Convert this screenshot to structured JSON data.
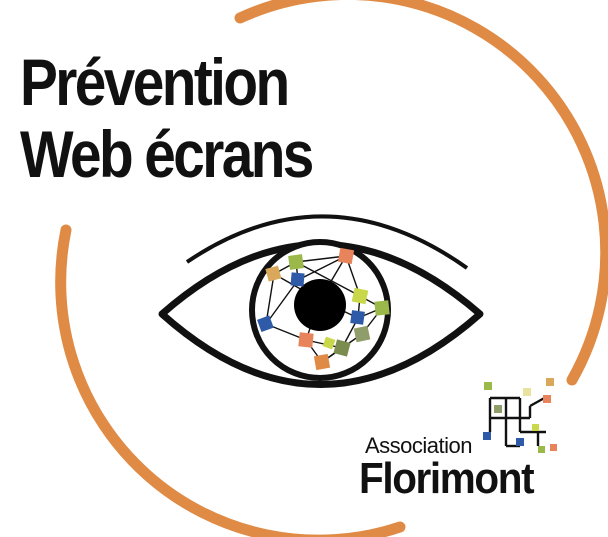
{
  "title": {
    "line1": "Prévention",
    "line2": "Web écrans"
  },
  "association": {
    "label": "Association",
    "name": "Florimont"
  },
  "colors": {
    "ring": "#E08B45",
    "text": "#111111",
    "eye_outline": "#111111",
    "pupil": "#000000",
    "tile_palette": [
      "#E8845B",
      "#9BB84A",
      "#2E5AA8",
      "#D9A85A",
      "#7A8C4E",
      "#C9D84B",
      "#8E9D6A"
    ]
  },
  "icons": {
    "main": "eye-icon",
    "association_mark": "florimont-tree-icon"
  }
}
